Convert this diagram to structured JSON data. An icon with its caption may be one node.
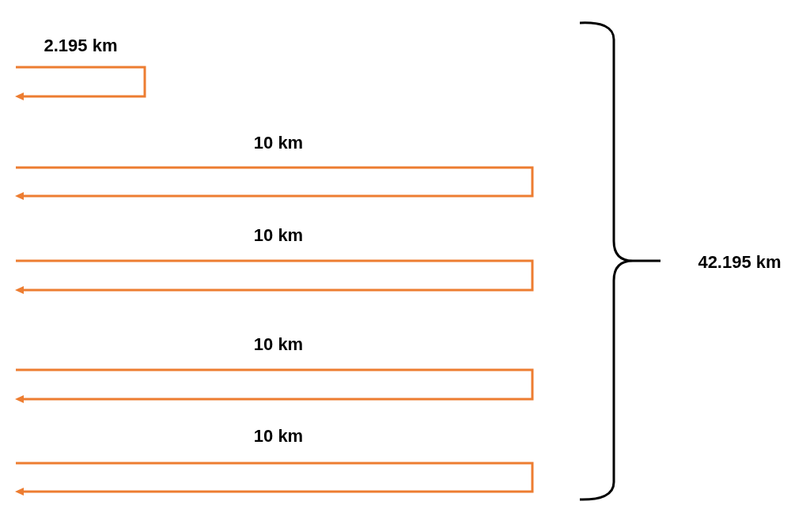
{
  "diagram": {
    "labels": [
      "2.195 km",
      "10 km",
      "10 km",
      "10 km",
      "10 km",
      "42.195 km"
    ]
  }
}
